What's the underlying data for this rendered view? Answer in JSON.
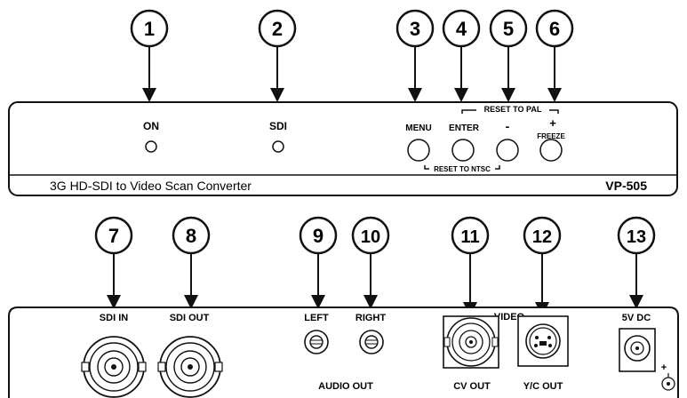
{
  "callouts": [
    "1",
    "2",
    "3",
    "4",
    "5",
    "6",
    "7",
    "8",
    "9",
    "10",
    "11",
    "12",
    "13"
  ],
  "front_panel": {
    "on_label": "ON",
    "sdi_label": "SDI",
    "menu_label": "MENU",
    "enter_label": "ENTER",
    "minus_label": "-",
    "plus_label": "+",
    "freeze_label": "FREEZE",
    "reset_pal_label": "RESET TO PAL",
    "reset_ntsc_label": "RESET TO NTSC",
    "product_name": "3G HD-SDI to Video Scan Converter",
    "model": "VP-505"
  },
  "rear_panel": {
    "sdi_in_label": "SDI IN",
    "sdi_out_label": "SDI OUT",
    "left_label": "LEFT",
    "right_label": "RIGHT",
    "audio_out_label": "AUDIO OUT",
    "video_label": "VIDEO",
    "cv_out_label": "CV OUT",
    "yc_out_label": "Y/C OUT",
    "power_label": "5V DC",
    "polarity_plus": "+"
  },
  "colors": {
    "stroke": "#111111",
    "background": "#ffffff"
  }
}
